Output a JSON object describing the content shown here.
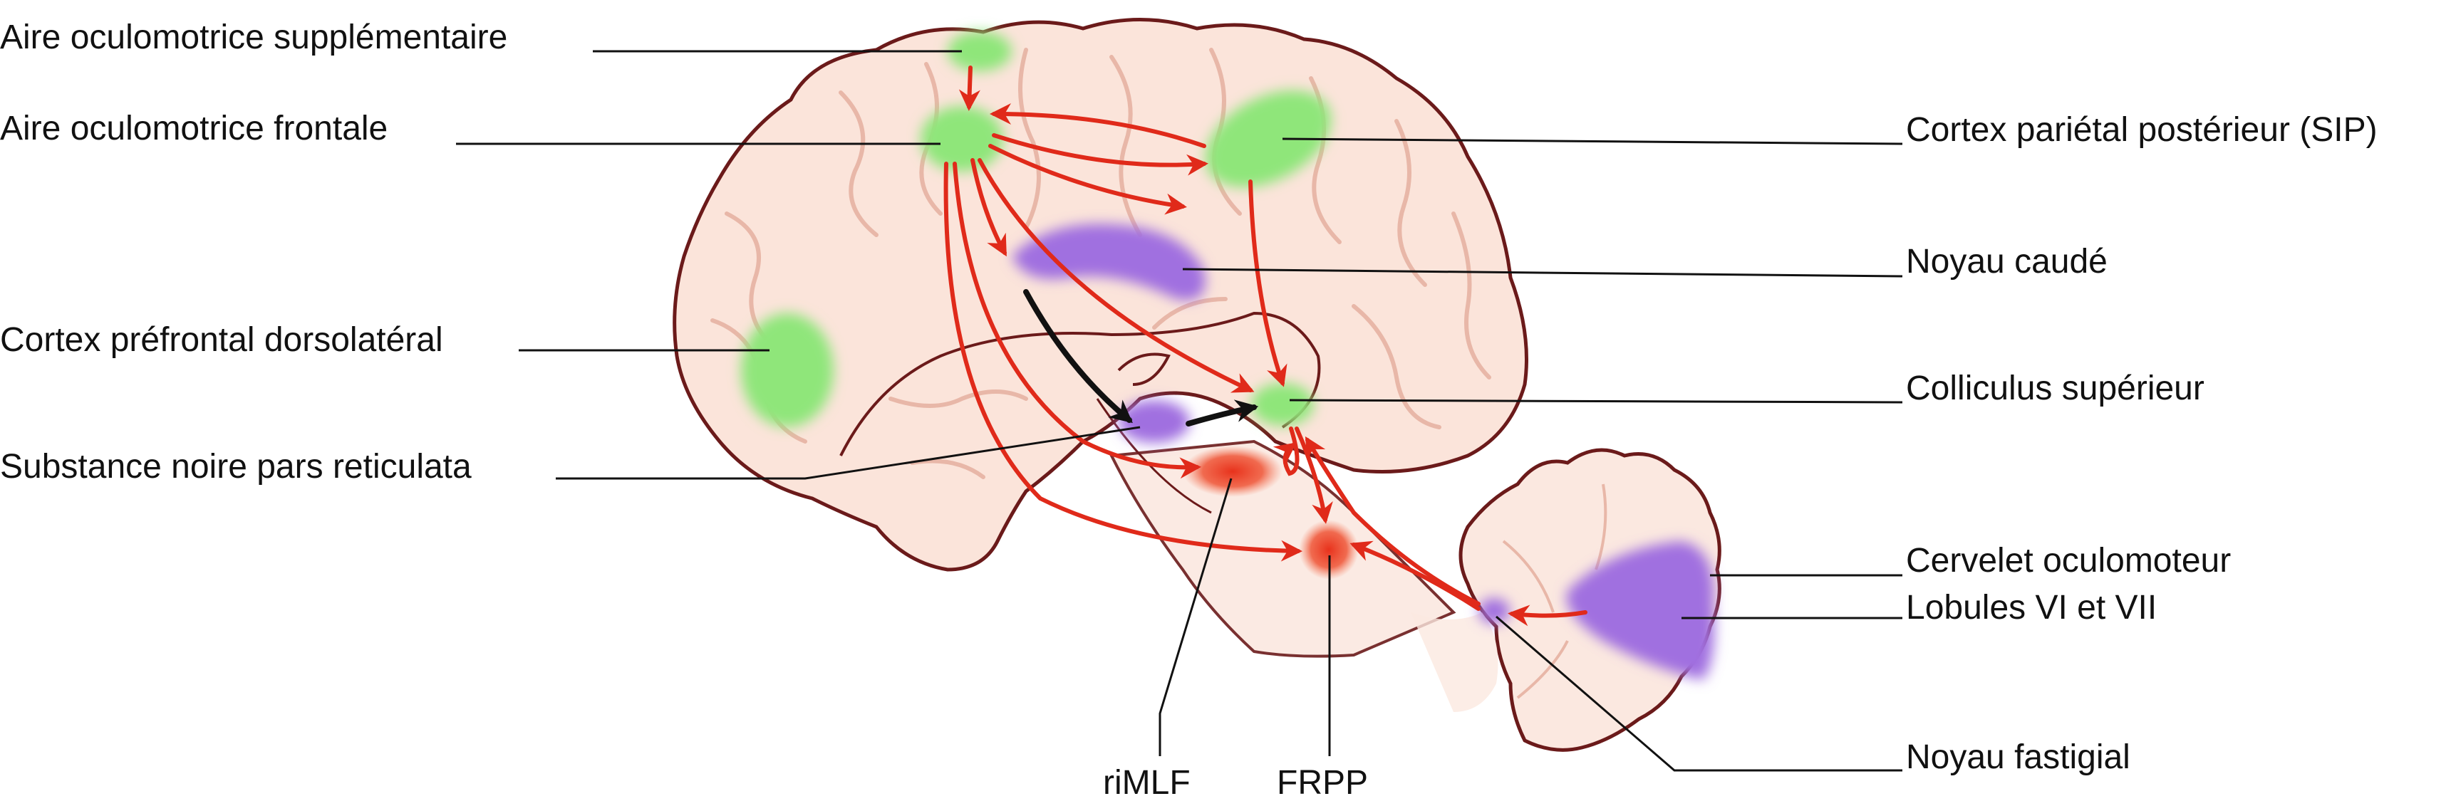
{
  "labels": {
    "supplementary_eye_field": "Aire oculomotrice supplémentaire",
    "frontal_eye_field": "Aire oculomotrice frontale",
    "dlpfc": "Cortex préfrontal dorsolatéral",
    "snpr": "Substance noire pars reticulata",
    "pef": "Cortex pariétal postérieur (SIP)",
    "caudate": "Noyau caudé",
    "superior_colliculus": "Colliculus supérieur",
    "oculomotor_cerebellum": "Cervelet oculomoteur",
    "lobules": "Lobules VI et VII",
    "fastigial": "Noyau fastigial",
    "rimlf": "riMLF",
    "frpp": "FRPP"
  },
  "colors": {
    "brain_fill": "#fbe4da",
    "brain_outline": "#6b1a1a",
    "cortex_region": "#8fe67a",
    "basal_region": "#a070e0",
    "brainstem_nucleus": "#e8321c",
    "red_arrow": "#e02a1a",
    "black_arrow": "#111111",
    "leader_line": "#111111"
  }
}
